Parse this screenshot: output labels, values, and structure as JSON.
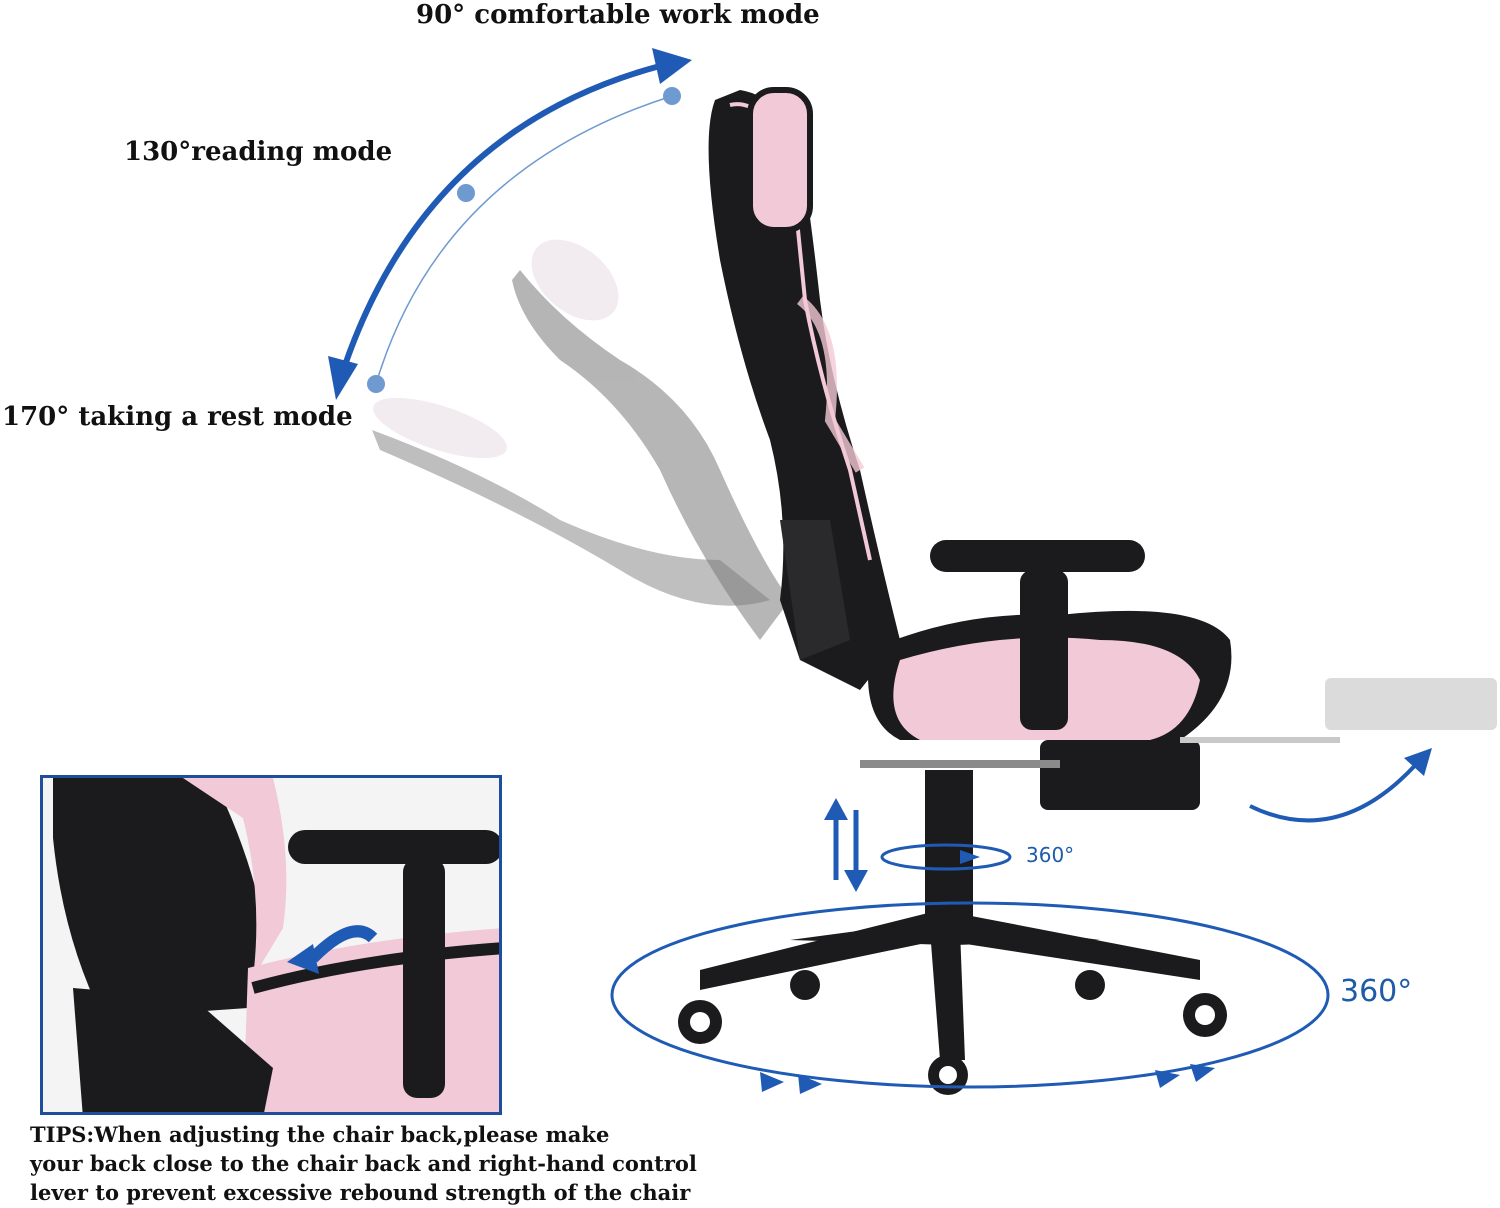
{
  "recline_modes": {
    "work": "90° comfortable work mode",
    "reading": "130°reading mode",
    "rest": "170° taking a rest mode"
  },
  "rotation": {
    "swivel": "360°",
    "base": "360°"
  },
  "tips": {
    "line1": "TIPS:When adjusting the chair back,please make",
    "line2": "your back close to the chair back and right-hand control",
    "line3": "lever to prevent excessive rebound strength of the chair"
  },
  "colors": {
    "arrow_blue": "#1f5bb5",
    "chair_black": "#1b1b1d",
    "chair_pink": "#f2c9d6"
  }
}
